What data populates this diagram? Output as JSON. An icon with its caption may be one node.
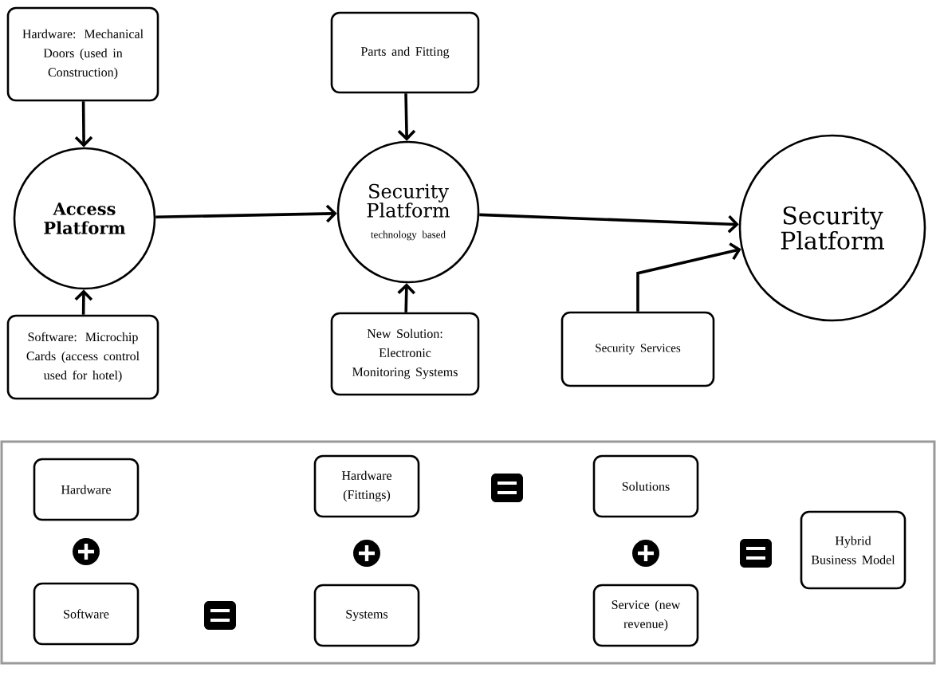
{
  "diagram": {
    "nodes": [
      {
        "text": [
          "Hardware: Mechanical Doors (used in Construction)"
        ]
      },
      {
        "text": [
          "Access Platform"
        ]
      },
      {
        "text": [
          "Software: Microchip Cards (access control used for hotel)"
        ]
      },
      {
        "text": [
          "Parts and Fitting"
        ]
      },
      {
        "text": [
          "Security Platform",
          "technology based"
        ]
      },
      {
        "text": [
          "New Solution: Electronic Monitoring Systems"
        ]
      },
      {
        "text": [
          "Security Platform"
        ]
      },
      {
        "text": [
          "Security Services"
        ]
      },
      {
        "text": [
          "Hardware"
        ]
      },
      {
        "text": [
          "Software"
        ]
      },
      {
        "text": [
          "Hardware (Fittings)"
        ]
      },
      {
        "text": [
          "Systems"
        ]
      },
      {
        "text": [
          "Solutions"
        ]
      },
      {
        "text": [
          "Service (new revenue)"
        ]
      },
      {
        "text": [
          "Hybrid Business Model"
        ]
      }
    ],
    "edges": [
      {
        "from": 0,
        "to": 1,
        "arrow": "to"
      },
      {
        "from": 2,
        "to": 1,
        "arrow": "to"
      },
      {
        "from": 1,
        "to": 4,
        "arrow": "to"
      },
      {
        "from": 3,
        "to": 4,
        "arrow": "to"
      },
      {
        "from": 5,
        "to": 4,
        "arrow": "to"
      },
      {
        "from": 4,
        "to": 6,
        "arrow": "to"
      },
      {
        "from": 7,
        "to": 6,
        "arrow": "to"
      }
    ]
  }
}
